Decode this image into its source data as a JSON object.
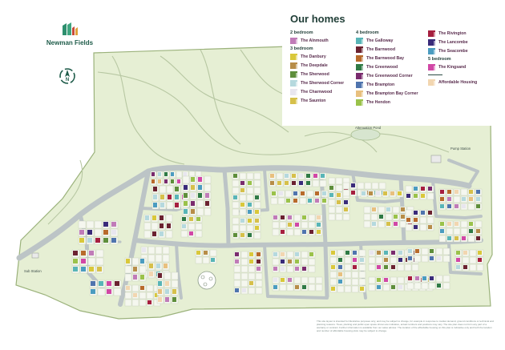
{
  "brand": {
    "name": "Newman Fields",
    "logo_icon": "newman-fields-logo",
    "compass_icon": "north-compass"
  },
  "legend": {
    "title": "Our homes",
    "columns": [
      [
        {
          "group": "2 bedroom"
        },
        {
          "name": "The Alnmouth",
          "color": "#c07bb8"
        },
        {
          "group": "3 bedroom"
        },
        {
          "name": "The Danbury",
          "color": "#d9c83a"
        },
        {
          "name": "The Deepdale",
          "color": "#b78d48"
        },
        {
          "name": "The Sherwood",
          "color": "#5e8e3b"
        },
        {
          "name": "The Sherwood Corner",
          "color": "#b5d9de"
        },
        {
          "name": "The Charnwood",
          "color": "#e8e6ef"
        },
        {
          "name": "The Saunton",
          "color": "#d6c04a"
        }
      ],
      [
        {
          "group": "4 bedroom"
        },
        {
          "name": "The Galloway",
          "color": "#58b5b7"
        },
        {
          "name": "The Barnwood",
          "color": "#6b2230"
        },
        {
          "name": "The Barnwood Bay",
          "color": "#b86a2b"
        },
        {
          "name": "The Greenwood",
          "color": "#2f7a45"
        },
        {
          "name": "The Greenwood Corner",
          "color": "#7a2b6e"
        },
        {
          "name": "The Brampton",
          "color": "#4f74ae"
        },
        {
          "name": "The Brampton Bay Corner",
          "color": "#e8c07e"
        },
        {
          "name": "The Hendon",
          "color": "#9ac24a"
        }
      ],
      [
        {
          "name": "The Rivington",
          "color": "#a61f3f"
        },
        {
          "name": "The Lancombe",
          "color": "#3a2b7a"
        },
        {
          "name": "The Seacombe",
          "color": "#4b9cc0"
        },
        {
          "group": "5 bedroom"
        },
        {
          "name": "The Kingsand",
          "color": "#d147a6"
        },
        {
          "rule": true
        },
        {
          "name": "Affordable Housing",
          "color": "#f2d6b0"
        }
      ]
    ]
  },
  "labels": {
    "attenuation_pond": "Attenuation Pond",
    "pump_station": "Pump Station",
    "sub_station": "Sub Station"
  },
  "disclaimer": "This site layout is intended for illustrative purposes only, and may be subject to change, for example in response to market demand, ground conditions or technical and planning reasons. Trees, planting and public open space shown are indicative, actual numbers and positions may vary. The site plan does not form any part of a warranty or contract. Further information is available from our sales advisor. The location of the affordable housing on this plan is indicative only and both the location and number of affordable housing plots may be subject to change.",
  "colors": {
    "land": "#e6efd4",
    "land_outline": "#9bb27b",
    "road": "#bcc4c6",
    "plot": "#f5f7ef",
    "plot_outline": "#c3cdb8",
    "path": "#b7c7a2"
  }
}
